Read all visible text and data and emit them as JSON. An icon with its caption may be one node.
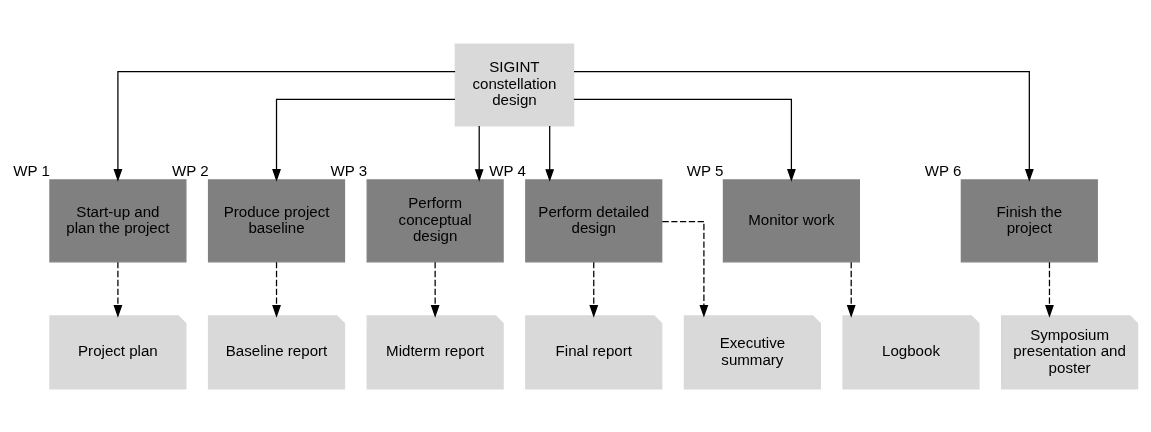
{
  "diagram": {
    "nodes": [
      {
        "text": [
          "SIGINT constellation design"
        ]
      },
      {
        "text": [
          "Start-up and plan the project"
        ],
        "beside": [
          "WP 1"
        ]
      },
      {
        "text": [
          "Produce project baseline"
        ],
        "beside": [
          "WP 2"
        ]
      },
      {
        "text": [
          "Perform conceptual design"
        ],
        "beside": [
          "WP 3"
        ]
      },
      {
        "text": [
          "Perform detailed design"
        ],
        "beside": [
          "WP 4"
        ]
      },
      {
        "text": [
          "Monitor work"
        ],
        "beside": [
          "WP 5"
        ]
      },
      {
        "text": [
          "Finish the project"
        ],
        "beside": [
          "WP 6"
        ]
      },
      {
        "text": [
          "Project plan"
        ]
      },
      {
        "text": [
          "Baseline report"
        ]
      },
      {
        "text": [
          "Midterm report"
        ]
      },
      {
        "text": [
          "Final report"
        ]
      },
      {
        "text": [
          "Executive summary"
        ]
      },
      {
        "text": [
          "Logbook"
        ]
      },
      {
        "text": [
          "Symposium presentation and poster"
        ]
      }
    ],
    "edges": [
      {
        "from": 0,
        "to": 1,
        "arrow": "to"
      },
      {
        "from": 0,
        "to": 2,
        "arrow": "to"
      },
      {
        "from": 0,
        "to": 3,
        "arrow": "to"
      },
      {
        "from": 0,
        "to": 4,
        "arrow": "to"
      },
      {
        "from": 0,
        "to": 5,
        "arrow": "to"
      },
      {
        "from": 0,
        "to": 6,
        "arrow": "to"
      },
      {
        "from": 1,
        "to": 7,
        "arrow": "to",
        "style": "dashed"
      },
      {
        "from": 2,
        "to": 8,
        "arrow": "to",
        "style": "dashed"
      },
      {
        "from": 3,
        "to": 9,
        "arrow": "to",
        "style": "dashed"
      },
      {
        "from": 4,
        "to": 10,
        "arrow": "to",
        "style": "dashed"
      },
      {
        "from": 4,
        "to": 11,
        "arrow": "to",
        "style": "dashed"
      },
      {
        "from": 5,
        "to": 12,
        "arrow": "to",
        "style": "dashed"
      },
      {
        "from": 6,
        "to": 13,
        "arrow": "to",
        "style": "dashed"
      }
    ]
  }
}
